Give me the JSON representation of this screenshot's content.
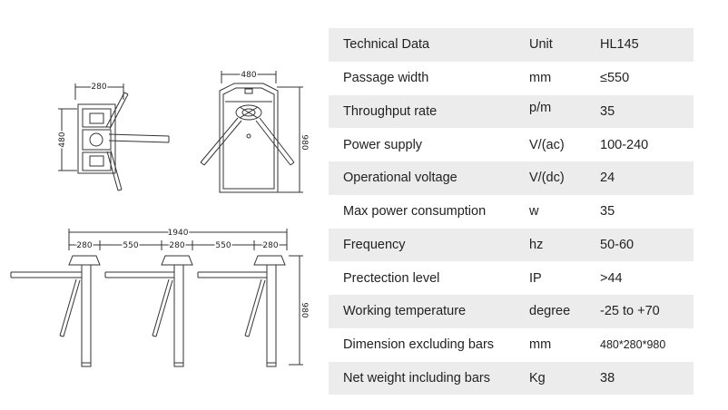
{
  "drawings": {
    "top_view": {
      "width": "280",
      "height": "480"
    },
    "front_view": {
      "width": "480",
      "height": "980"
    },
    "layout_view": {
      "total": "1940",
      "segments": [
        "280",
        "550",
        "280",
        "550",
        "280"
      ],
      "height": "980"
    }
  },
  "spec_table": {
    "header": {
      "name": "Technical Data",
      "unit": "Unit",
      "value": "HL145"
    },
    "rows": [
      {
        "name": "Passage width",
        "unit": "mm",
        "value": "≤550"
      },
      {
        "name": "Throughput rate",
        "unit": "p/m",
        "value": "35"
      },
      {
        "name": "Power supply",
        "unit": "V/(ac)",
        "value": "100-240"
      },
      {
        "name": "Operational voltage",
        "unit": "V/(dc)",
        "value": "24"
      },
      {
        "name": "Max power consumption",
        "unit": "w",
        "value": "35"
      },
      {
        "name": "Frequency",
        "unit": "hz",
        "value": "50-60"
      },
      {
        "name": "Prectection level",
        "unit": "IP",
        "value": ">44"
      },
      {
        "name": "Working temperature",
        "unit": "degree",
        "value": "-25 to +70"
      },
      {
        "name": "Dimension excluding bars",
        "unit": "mm",
        "value": "480*280*980"
      },
      {
        "name": "Net weight including bars",
        "unit": "Kg",
        "value": "38"
      }
    ]
  }
}
